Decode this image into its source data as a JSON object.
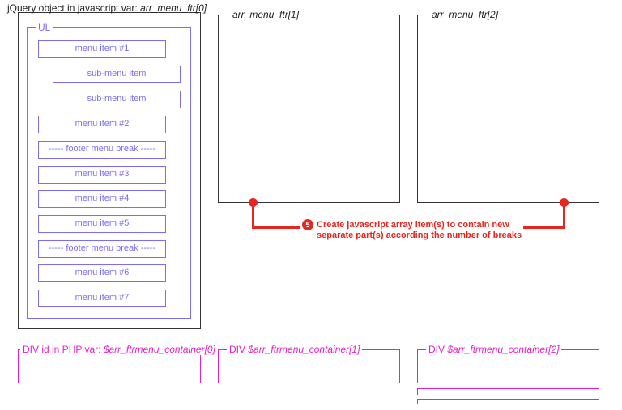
{
  "jquery_box": {
    "label_prefix": "jQuery object in javascript var: ",
    "label_var": "arr_menu_ftr[0]",
    "ul_label": "UL",
    "items": [
      {
        "label": "menu item #1"
      },
      {
        "label": "sub-menu item"
      },
      {
        "label": "sub-menu item"
      },
      {
        "label": "menu item #2"
      },
      {
        "label": "----- footer menu break -----"
      },
      {
        "label": "menu item #3"
      },
      {
        "label": "menu item #4"
      },
      {
        "label": "menu item #5"
      },
      {
        "label": "----- footer menu break -----"
      },
      {
        "label": "menu item #6"
      },
      {
        "label": "menu item #7"
      }
    ]
  },
  "array_boxes": [
    {
      "label": "arr_menu_ftr[1]"
    },
    {
      "label": "arr_menu_ftr[2]"
    }
  ],
  "annotation": {
    "step": "5",
    "line1": "Create javascript array item(s) to contain new",
    "line2": "separate part(s) according the number of breaks"
  },
  "div_boxes": [
    {
      "prefix": "DIV id in PHP var: ",
      "var": "$arr_ftrmenu_container[0]"
    },
    {
      "prefix": "DIV ",
      "var": "$arr_ftrmenu_container[1]"
    },
    {
      "prefix": "DIV ",
      "var": "$arr_ftrmenu_container[2]"
    }
  ],
  "colors": {
    "ul": "#7b6ef6",
    "div": "#e81fc6",
    "annotation": "#e8261f",
    "array_box": "#333333"
  }
}
